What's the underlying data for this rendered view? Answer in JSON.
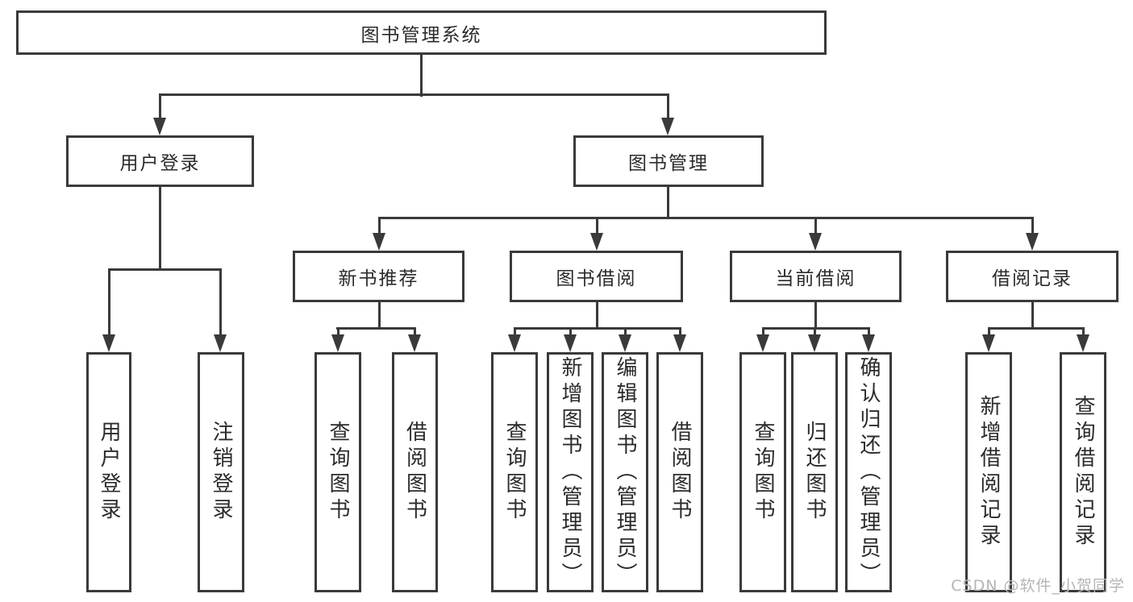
{
  "colors": {
    "line": "#3a3a3a",
    "text": "#2b2b2b",
    "box_background": "#ffffff",
    "watermark_text": "#b5b5b5",
    "page_background": "#ffffff"
  },
  "tree": {
    "root": "图书管理系统",
    "level2": [
      "用户登录",
      "图书管理"
    ],
    "level3": [
      "新书推荐",
      "图书借阅",
      "当前借阅",
      "借阅记录"
    ],
    "leaves": {
      "user_login": [
        "用户登录",
        "注销登录"
      ],
      "new_book_recommend": [
        "查询图书",
        "借阅图书"
      ],
      "book_borrow": [
        "查询图书",
        "新增图书（管理员）",
        "编辑图书（管理员）",
        "借阅图书"
      ],
      "current_borrow": [
        "查询图书",
        "归还图书",
        "确认归还（管理员）"
      ],
      "borrow_records": [
        "新增借阅记录",
        "查询借阅记录"
      ]
    }
  },
  "watermark": "CSDN @软件_小贺同学"
}
